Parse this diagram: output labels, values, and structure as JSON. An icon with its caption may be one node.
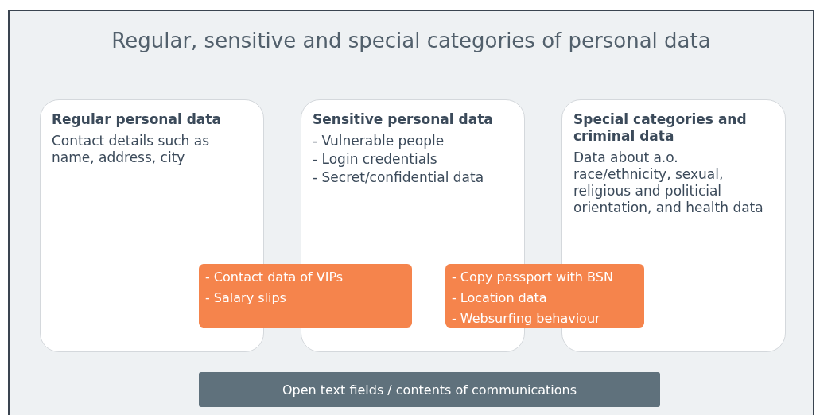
{
  "diagram": {
    "title": "Regular, sensitive and special categories of personal data",
    "nodes": [
      {
        "text": [
          "Regular personal data",
          "Contact details such as name, address, city"
        ]
      },
      {
        "text": [
          "Sensitive personal data",
          "- Vulnerable people",
          "- Login credentials",
          "- Secret/confidential data"
        ]
      },
      {
        "text": [
          "Special categories and criminal data",
          "Data about a.o. race/ethnicity, sexual, religious and politicial orientation, and health data"
        ]
      },
      {
        "text": [
          "- Contact data of VIPs",
          "- Salary slips"
        ]
      },
      {
        "text": [
          "- Copy passport with BSN",
          "- Location data",
          "- Websurfing behaviour"
        ]
      },
      {
        "text": [
          "Open text fields / contents of communications"
        ]
      }
    ]
  }
}
